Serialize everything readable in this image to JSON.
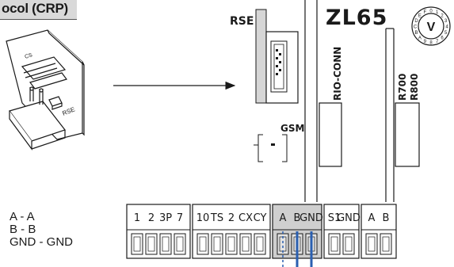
{
  "header": {
    "title_fragment": "ocol (CRP)"
  },
  "module": {
    "board_label": "RSE",
    "module_lettering": "CS"
  },
  "board": {
    "rse_label": "RSE",
    "model": "ZL65",
    "rio_conn_label": "RIO-CONN",
    "gsm_label": "GSM",
    "r700_label": "R700",
    "r800_label": "R800",
    "selector_letter": "V",
    "selector_positions": [
      "0",
      "1",
      "2",
      "3",
      "4",
      "5",
      "6",
      "7",
      "8",
      "9",
      "A",
      "B",
      "C",
      "D",
      "E",
      "F"
    ]
  },
  "legend": {
    "lines": [
      "A - A",
      "B - B",
      "GND - GND"
    ]
  },
  "terminal_blocks": [
    {
      "labels": [
        "1",
        "2",
        "3P",
        "7"
      ],
      "highlighted": false
    },
    {
      "labels": [
        "10",
        "TS",
        "2",
        "CX",
        "CY"
      ],
      "highlighted": false
    },
    {
      "labels": [
        "A",
        "B",
        "GND"
      ],
      "highlighted": true
    },
    {
      "labels": [
        "S1",
        "GND"
      ],
      "highlighted": false
    },
    {
      "labels": [
        "A",
        "B"
      ],
      "highlighted": false
    }
  ],
  "colors": {
    "title_bg": "#d9d9d9",
    "highlight_bg": "#cfcfcf",
    "wire_blue": "#2a5fb0",
    "line": "#1a1a1a"
  }
}
